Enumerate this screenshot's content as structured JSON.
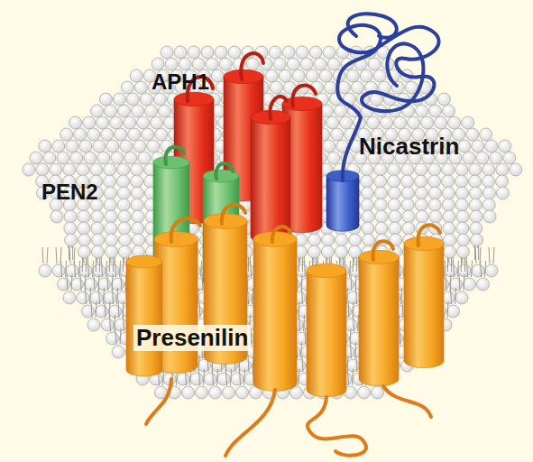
{
  "diagram": {
    "labels": [
      "APH1",
      "PEN2",
      "Nicastrin",
      "Presenilin"
    ]
  }
}
